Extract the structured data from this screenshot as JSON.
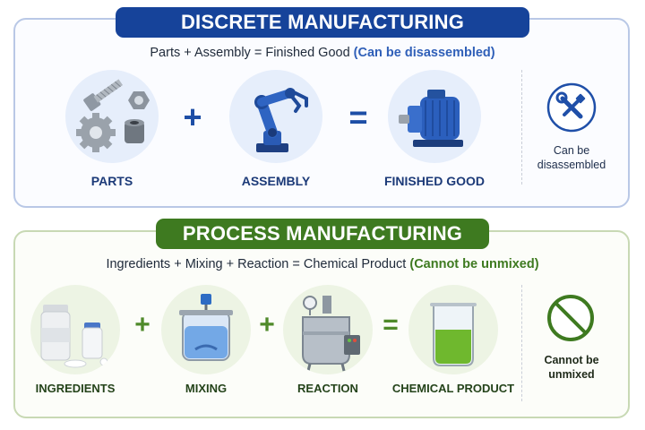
{
  "discrete": {
    "title": "DISCRETE MANUFACTURING",
    "formula_main": "Parts + Assembly = Finished Good",
    "formula_note": "(Can be disassembled)",
    "items": [
      {
        "label": "PARTS",
        "icon": "bolt-nut-gear-icon"
      },
      {
        "label": "ASSEMBLY",
        "icon": "robotic-arm-icon"
      },
      {
        "label": "FINISHED GOOD",
        "icon": "electric-motor-icon"
      }
    ],
    "operators": [
      "+",
      "="
    ],
    "side": {
      "icon": "wrench-screwdriver-icon",
      "text_line1": "Can be",
      "text_line2": "disassembled"
    },
    "colors": {
      "banner": "#16439a",
      "accent": "#2f5fb8"
    }
  },
  "process": {
    "title": "PROCESS MANUFACTURING",
    "formula_main": "Ingredients + Mixing + Reaction = Chemical Product",
    "formula_note": "(Cannot be unmixed)",
    "items": [
      {
        "label": "INGREDIENTS",
        "icon": "pill-bottles-icon"
      },
      {
        "label": "MIXING",
        "icon": "mixing-tank-icon"
      },
      {
        "label": "REACTION",
        "icon": "reactor-vessel-icon"
      },
      {
        "label": "CHEMICAL PRODUCT",
        "icon": "beaker-icon"
      }
    ],
    "operators": [
      "+",
      "+",
      "="
    ],
    "side": {
      "icon": "prohibited-icon",
      "text_line1": "Cannot be",
      "text_line2": "unmixed"
    },
    "colors": {
      "banner": "#3e7a20",
      "accent": "#3e7a20"
    }
  }
}
